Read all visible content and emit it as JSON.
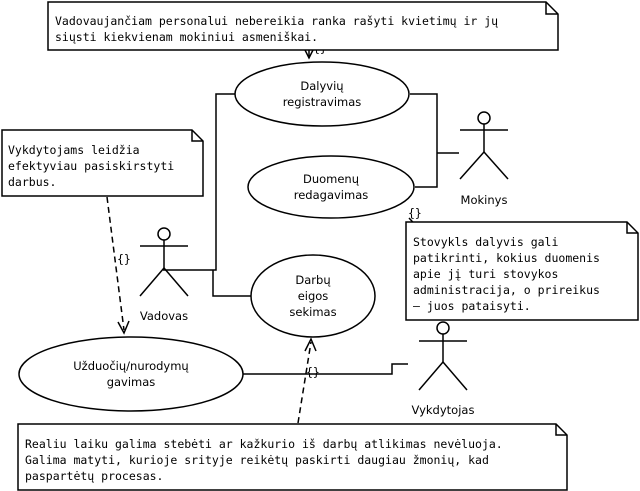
{
  "notes": {
    "top": {
      "lines": [
        "Vadovaujančiam personalui nebereikia ranka rašyti kvietimų ir jų",
        "siųsti kiekvienam mokiniui asmeniškai."
      ]
    },
    "left": {
      "lines": [
        "Vykdytojams leidžia",
        "efektyviau pasiskirstyti",
        "darbus."
      ]
    },
    "right": {
      "lines": [
        "Stovykls dalyvis gali",
        "patikrinti, kokius duomenis",
        "apie jį turi stovykos",
        "administracija, o prireikus",
        "— juos pataisyti."
      ]
    },
    "bottom": {
      "lines": [
        "Realiu laiku galima stebėti ar kažkurio iš darbų atlikimas nevėluoja.",
        "Galima matyti, kurioje srityje reikėtų paskirti daugiau žmonių, kad",
        "paspartėtų procesas."
      ]
    }
  },
  "use_cases": {
    "registration": {
      "lines": [
        "Dalyvių",
        "registravimas"
      ]
    },
    "data_editing": {
      "lines": [
        "Duomenų",
        "redagavimas"
      ]
    },
    "progress_tracking": {
      "lines": [
        "Darbų",
        "eigos",
        "sekimas"
      ]
    },
    "task_receiving": {
      "lines": [
        "Užduočių/nurodymų",
        "gavimas"
      ]
    }
  },
  "actors": {
    "student": "Mokinys",
    "manager": "Vadovas",
    "executor": "Vykdytojas"
  },
  "constraint_label": "{}"
}
